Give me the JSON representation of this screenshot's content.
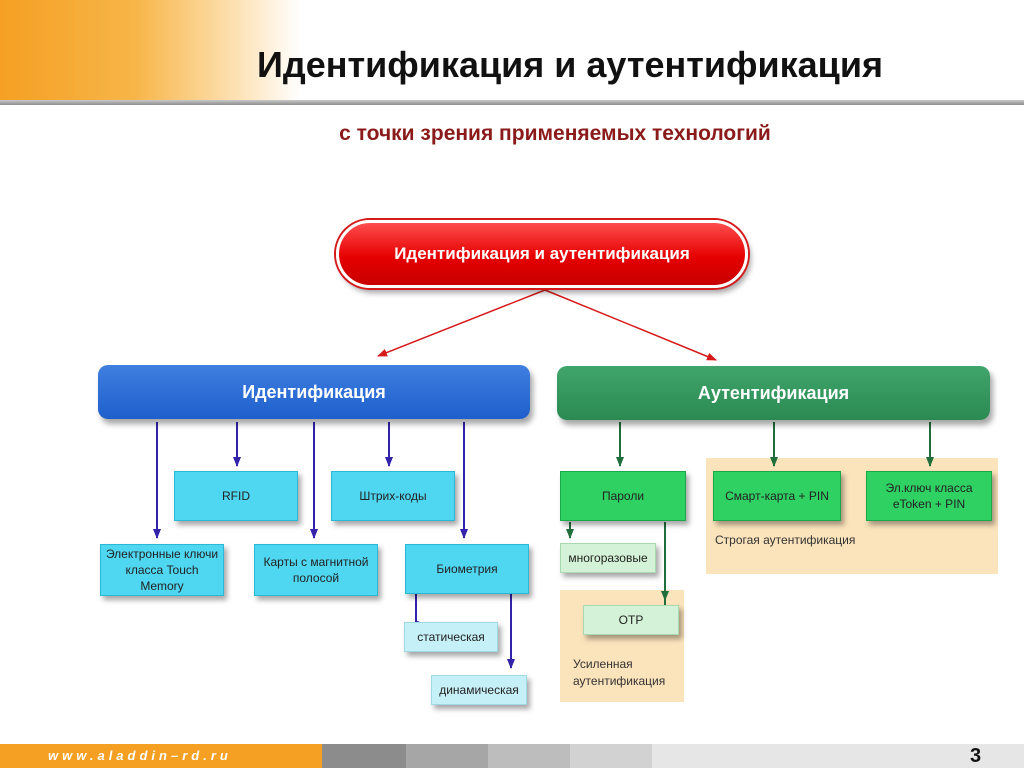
{
  "title": "Идентификация и аутентификация",
  "subtitle": "с точки зрения применяемых технологий",
  "root": "Идентификация и аутентификация",
  "identification": {
    "label": "Идентификация",
    "rfid": "RFID",
    "barcodes": "Штрих-коды",
    "touch_memory": "Электронные ключи класса  Touch Memory",
    "magnetic_cards": "Карты с магнитной полосой",
    "biometry": "Биометрия",
    "static": "статическая",
    "dynamic": "динамическая"
  },
  "authentication": {
    "label": "Аутентификация",
    "passwords": "Пароли",
    "reusable": "многоразовые",
    "otp": "OTP",
    "enhanced_label": "Усиленная аутентификация",
    "smartcard": "Смарт-карта + PIN",
    "etoken": "Эл.ключ  класса eToken + PIN",
    "strong_label": "Строгая аутентификация"
  },
  "colors": {
    "root": "#e60000",
    "identification": "#1e5fcc",
    "authentication": "#2a8a52",
    "accent": "#f5a023",
    "subtitle": "#8b1a1a"
  },
  "footer": {
    "url": "www.aladdin–rd.ru",
    "page_number": "3"
  }
}
